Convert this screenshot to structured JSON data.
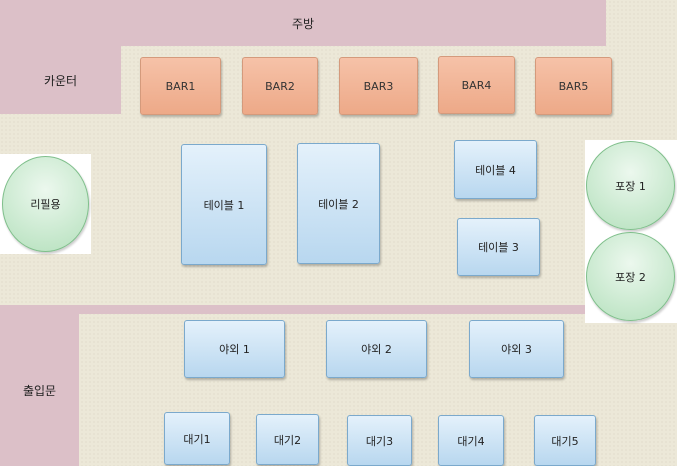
{
  "zones": {
    "kitchen": "주방",
    "counter": "카운터",
    "entrance": "출입문"
  },
  "bars": [
    {
      "label": "BAR1"
    },
    {
      "label": "BAR2"
    },
    {
      "label": "BAR3"
    },
    {
      "label": "BAR4"
    },
    {
      "label": "BAR5"
    }
  ],
  "tables": [
    {
      "label": "테이블 1"
    },
    {
      "label": "테이블 2"
    },
    {
      "label": "테이블 4"
    },
    {
      "label": "테이블 3"
    }
  ],
  "outdoor": [
    {
      "label": "야외 1"
    },
    {
      "label": "야외 2"
    },
    {
      "label": "야외 3"
    }
  ],
  "waiting": [
    {
      "label": "대기1"
    },
    {
      "label": "대기2"
    },
    {
      "label": "대기3"
    },
    {
      "label": "대기4"
    },
    {
      "label": "대기5"
    }
  ],
  "refill": {
    "label": "리필용"
  },
  "takeout": [
    {
      "label": "포장 1"
    },
    {
      "label": "포장 2"
    }
  ]
}
